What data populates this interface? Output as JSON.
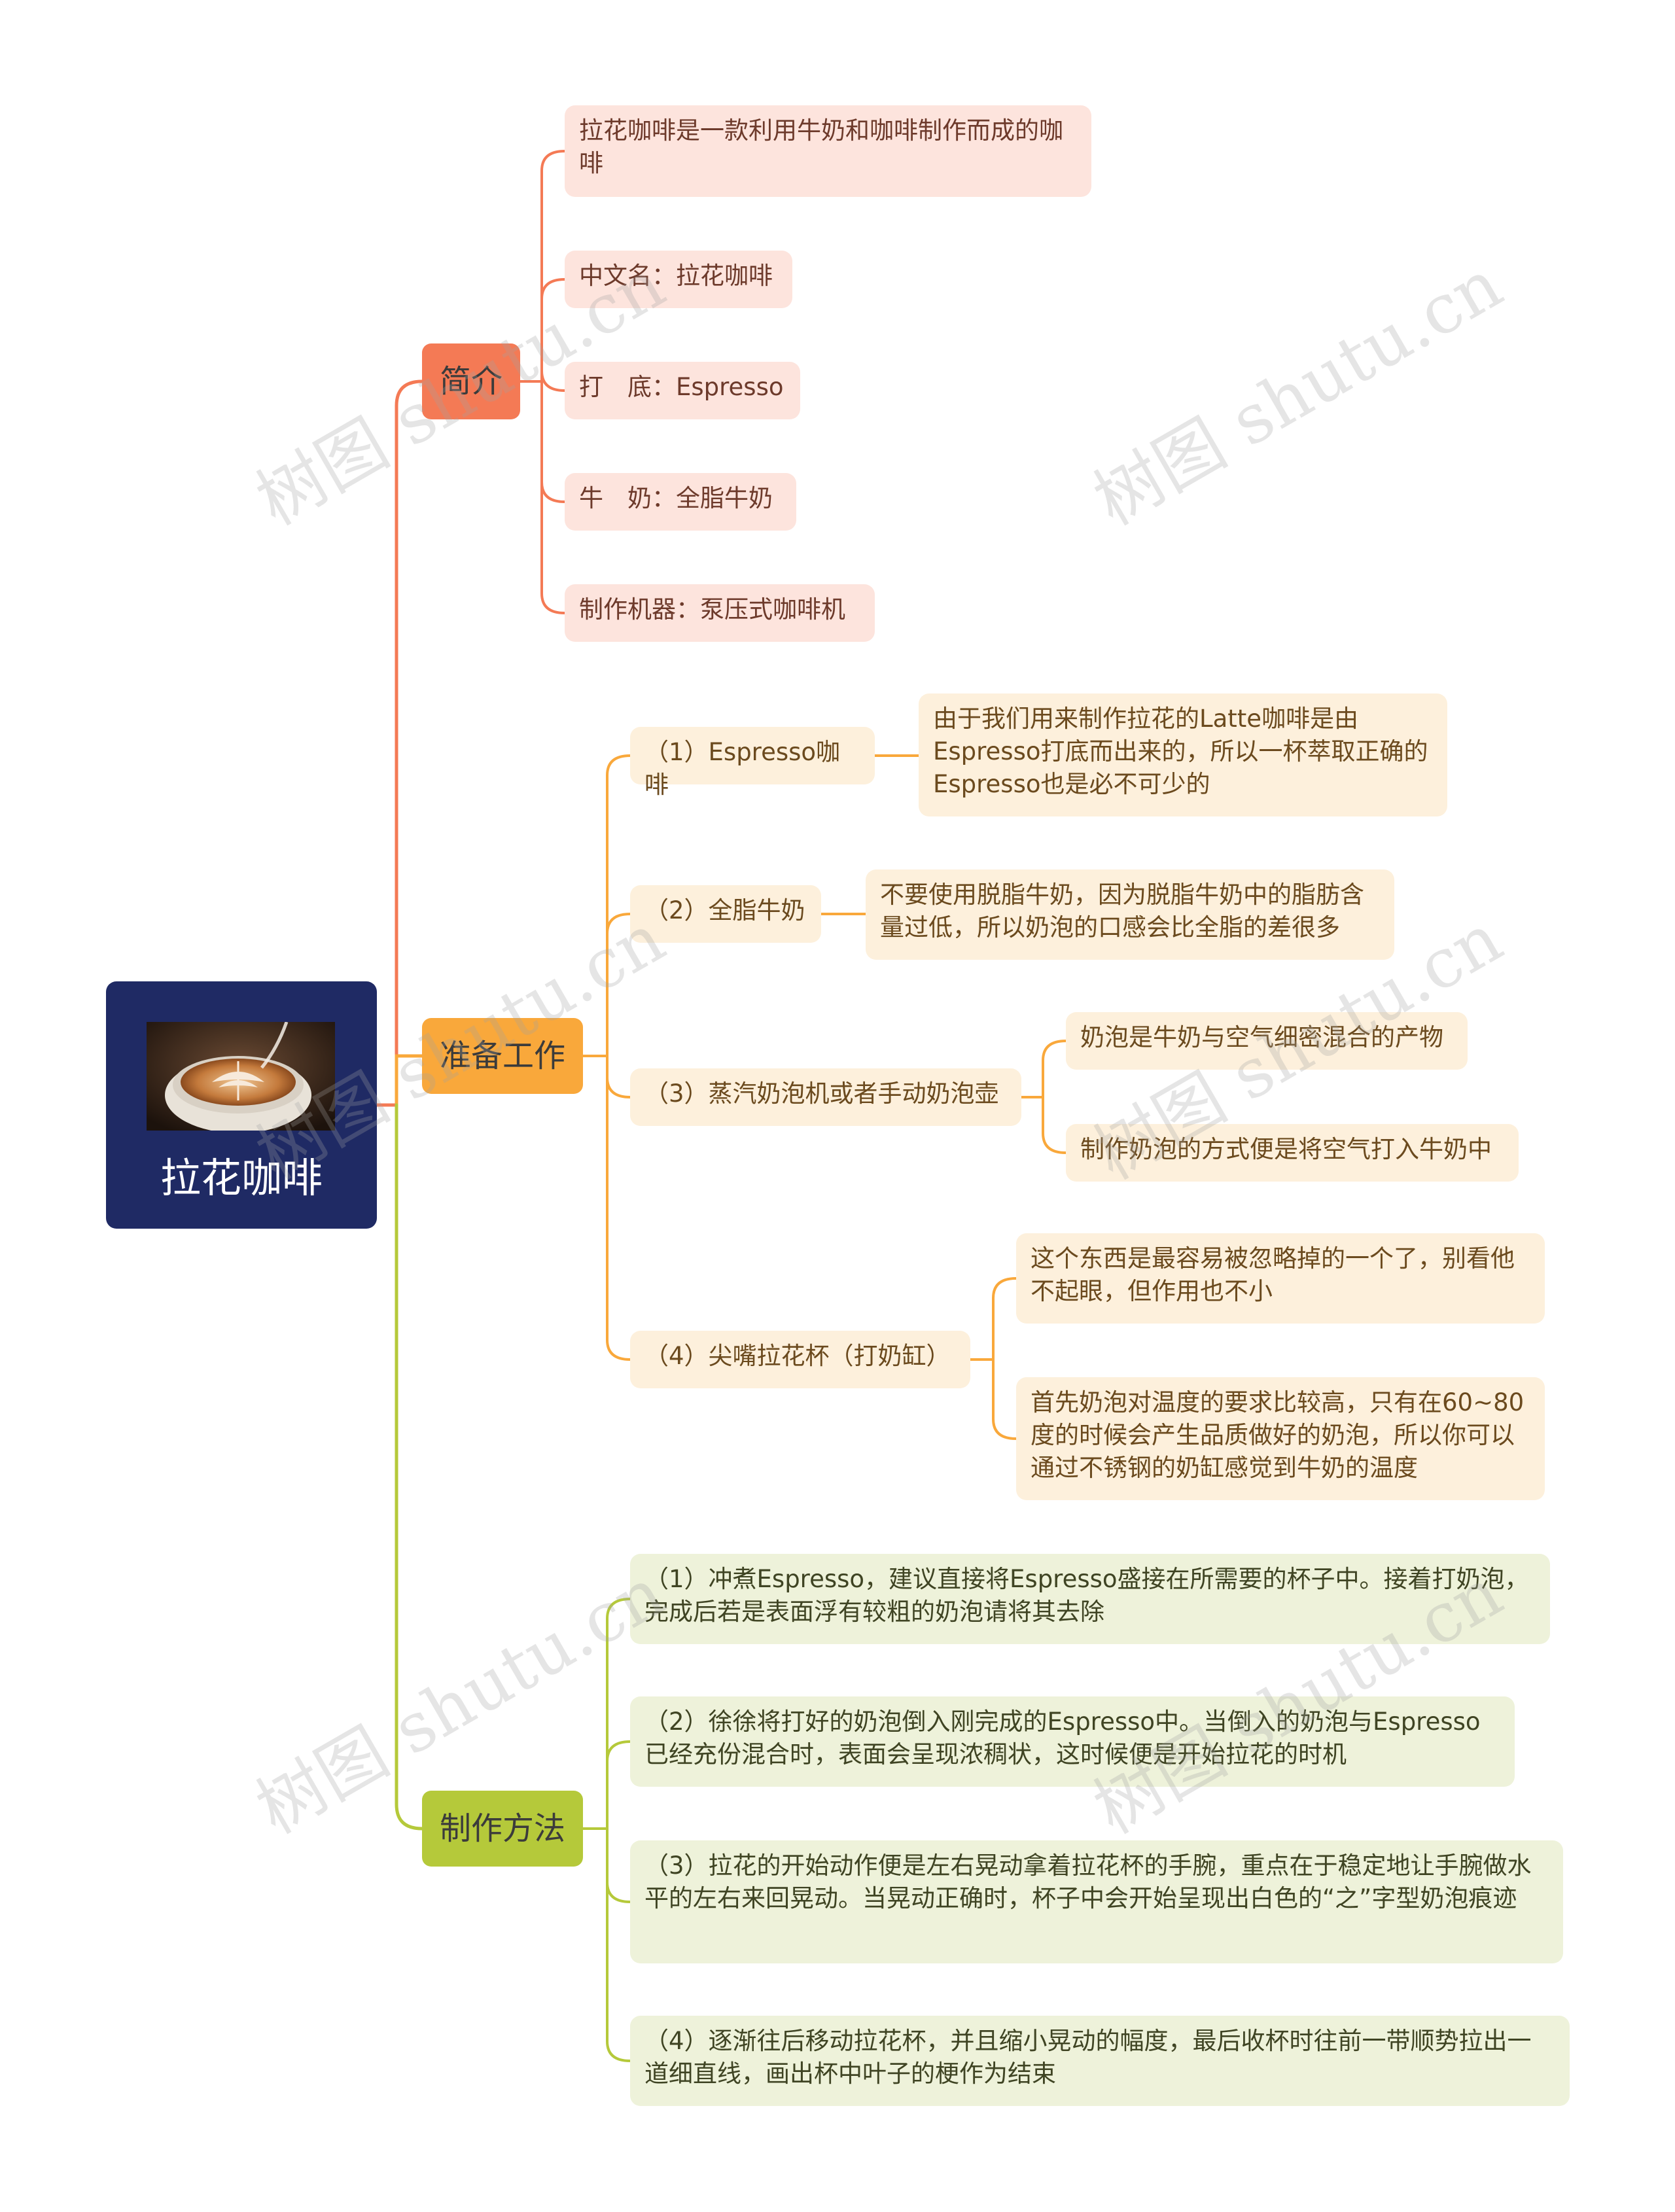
{
  "root": {
    "title": "拉花咖啡",
    "image": "latte-art-photo"
  },
  "branches": [
    {
      "label": "简介",
      "color": "#f47a55",
      "items": [
        {
          "text": "拉花咖啡是一款利用牛奶和咖啡制作而成的咖啡"
        },
        {
          "text": "中文名：拉花咖啡"
        },
        {
          "text": "打　底：Espresso"
        },
        {
          "text": "牛　奶：全脂牛奶"
        },
        {
          "text": "制作机器：泵压式咖啡机"
        }
      ]
    },
    {
      "label": "准备工作",
      "color": "#f9a83b",
      "items": [
        {
          "text": "（1）Espresso咖啡",
          "children": [
            "由于我们用来制作拉花的Latte咖啡是由Espresso打底而出来的，所以一杯萃取正确的Espresso也是必不可少的"
          ]
        },
        {
          "text": "（2）全脂牛奶",
          "children": [
            "不要使用脱脂牛奶，因为脱脂牛奶中的脂肪含量过低，所以奶泡的口感会比全脂的差很多"
          ]
        },
        {
          "text": "（3）蒸汽奶泡机或者手动奶泡壶",
          "children": [
            "奶泡是牛奶与空气细密混合的产物",
            "制作奶泡的方式便是将空气打入牛奶中"
          ]
        },
        {
          "text": "（4）尖嘴拉花杯（打奶缸）",
          "children": [
            "这个东西是最容易被忽略掉的一个了，别看他不起眼，但作用也不小",
            "首先奶泡对温度的要求比较高，只有在60~80度的时候会产生品质做好的奶泡，所以你可以通过不锈钢的奶缸感觉到牛奶的温度"
          ]
        }
      ]
    },
    {
      "label": "制作方法",
      "color": "#b5c93a",
      "items": [
        {
          "text": "（1）冲煮Espresso，建议直接将Espresso盛接在所需要的杯子中。接着打奶泡，完成后若是表面浮有较粗的奶泡请将其去除"
        },
        {
          "text": "（2）徐徐将打好的奶泡倒入刚完成的Espresso中。当倒入的奶泡与Espresso已经充份混合时，表面会呈现浓稠状，这时候便是开始拉花的时机"
        },
        {
          "text": "（3）拉花的开始动作便是左右晃动拿着拉花杯的手腕，重点在于稳定地让手腕做水平的左右来回晃动。当晃动正确时，杯子中会开始呈现出白色的“之”字型奶泡痕迹"
        },
        {
          "text": "（4）逐渐往后移动拉花杯，并且缩小晃动的幅度，最后收杯时往前一带顺势拉出一道细直线，画出杯中叶子的梗作为结束"
        }
      ]
    }
  ],
  "watermark": "树图 shutu.cn"
}
